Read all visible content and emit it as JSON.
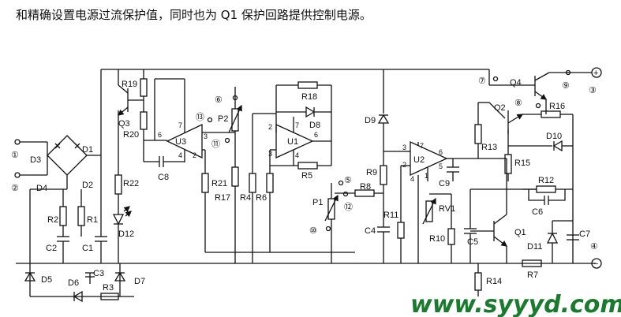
{
  "caption": "和精确设置电源过流保护值，同时也为 Q1 保护回路提供控制电源。",
  "watermark": "www.syyyd.com",
  "terminals": [
    "①",
    "②",
    "③",
    "④",
    "⑤",
    "⑥",
    "⑦",
    "⑧",
    "⑨",
    "⑩",
    "⑪",
    "⑫",
    "⑬"
  ],
  "polarity": {
    "plus": "+",
    "minus": "−"
  },
  "opamps": [
    {
      "name": "U3",
      "pins": [
        "6",
        "7",
        "4",
        "2",
        "3"
      ]
    },
    {
      "name": "U1",
      "pins": [
        "2",
        "7",
        "6",
        "3",
        "4"
      ]
    },
    {
      "name": "U2",
      "pins": [
        "3",
        "7",
        "6",
        "2",
        "4",
        "1",
        "5"
      ]
    }
  ],
  "resistors": [
    "R1",
    "R2",
    "R3",
    "R4",
    "R5",
    "R6",
    "R7",
    "R8",
    "R9",
    "R10",
    "R11",
    "R12",
    "R13",
    "R14",
    "R15",
    "R16",
    "R17",
    "R18",
    "R19",
    "R20",
    "R21",
    "R22"
  ],
  "capacitors": [
    "C1",
    "C2",
    "C3",
    "C4",
    "C5",
    "C6",
    "C7",
    "C8",
    "C9"
  ],
  "diodes": [
    "D1",
    "D2",
    "D3",
    "D4",
    "D5",
    "D6",
    "D7",
    "D8",
    "D9",
    "D10",
    "D11",
    "D12"
  ],
  "transistors": [
    "Q1",
    "Q2",
    "Q3",
    "Q4"
  ],
  "pots": [
    "P1",
    "P2",
    "RV1"
  ]
}
